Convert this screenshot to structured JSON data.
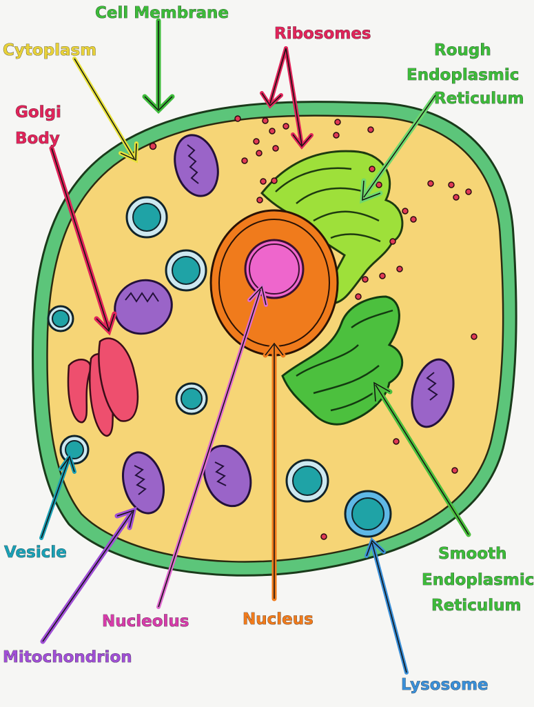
{
  "labels": {
    "cell_membrane": "Cell Membrane",
    "cytoplasm": "Cytoplasm",
    "ribosomes": "Ribosomes",
    "rough_er_line1": "Rough",
    "rough_er_line2": "Endoplasmic",
    "rough_er_line3": "Reticulum",
    "golgi_line1": "Golgi",
    "golgi_line2": "Body",
    "vesicle": "Vesicle",
    "smooth_er_line1": "Smooth",
    "smooth_er_line2": "Endoplasmic",
    "smooth_er_line3": "Reticulum",
    "nucleolus": "Nucleolus",
    "nucleus": "Nucleus",
    "mitochondrion": "Mitochondrion",
    "lysosome": "Lysosome"
  },
  "colors": {
    "membrane": "#5cc57a",
    "cytoplasm": "#f6d576",
    "nucleus": "#f07b1c",
    "nucleolus": "#ee66cc",
    "rough_er": "#9ee03a",
    "smooth_er": "#4cc03e",
    "golgi": "#ee4f6e",
    "mitochondrion": "#9a64c8",
    "vesicle": "#1fa3a6",
    "lysosome_ring": "#2e9ad0",
    "ribosome": "#e03a55",
    "label_membrane": "#3dbb3a",
    "label_cytoplasm": "#e8d23a",
    "label_ribosomes": "#e0245a",
    "label_golgi": "#e0245a",
    "label_vesicle": "#1aa0b5",
    "label_nucleolus": "#d63caa",
    "label_nucleus": "#f07b1c",
    "label_mito": "#a04fd6",
    "label_lysosome": "#3a8fd8"
  }
}
